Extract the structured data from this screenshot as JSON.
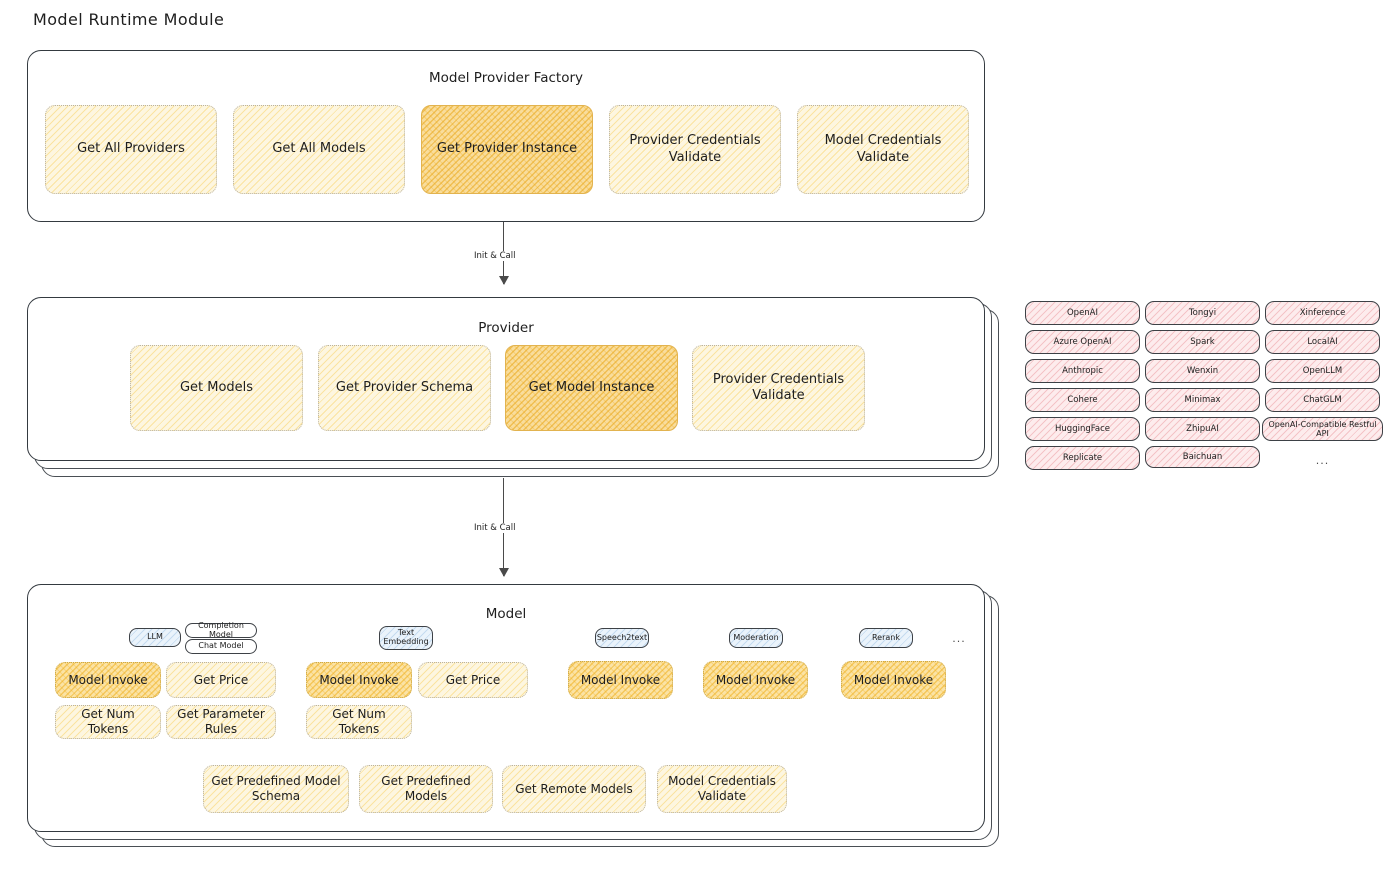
{
  "page": {
    "title": "Model Runtime Module"
  },
  "factory": {
    "title": "Model Provider Factory",
    "nodes": [
      {
        "label": "Get All Providers",
        "highlight": false
      },
      {
        "label": "Get All Models",
        "highlight": false
      },
      {
        "label": "Get Provider Instance",
        "highlight": true
      },
      {
        "label": "Provider Credentials Validate",
        "highlight": false
      },
      {
        "label": "Model Credentials Validate",
        "highlight": false
      }
    ]
  },
  "arrows": [
    {
      "label": "Init & Call"
    },
    {
      "label": "Init & Call"
    }
  ],
  "provider": {
    "title": "Provider",
    "nodes": [
      {
        "label": "Get Models",
        "highlight": false
      },
      {
        "label": "Get Provider Schema",
        "highlight": false
      },
      {
        "label": "Get Model Instance",
        "highlight": true
      },
      {
        "label": "Provider Credentials Validate",
        "highlight": false
      }
    ]
  },
  "provider_list": {
    "columns": [
      [
        "OpenAI",
        "Azure OpenAI",
        "Anthropic",
        "Cohere",
        "HuggingFace",
        "Replicate"
      ],
      [
        "Tongyi",
        "Spark",
        "Wenxin",
        "Minimax",
        "ZhipuAI",
        "Baichuan"
      ],
      [
        "Xinference",
        "LocalAI",
        "OpenLLM",
        "ChatGLM",
        "OpenAI-Compatible Restful API"
      ]
    ],
    "more": "..."
  },
  "model": {
    "title": "Model",
    "more": "...",
    "types": [
      {
        "name": "LLM",
        "subtypes": [
          "Completion Model",
          "Chat Model"
        ],
        "methods": [
          "Model Invoke",
          "Get Price",
          "Get Num Tokens",
          "Get Parameter Rules"
        ],
        "highlight_method": "Model Invoke"
      },
      {
        "name": "Text Embedding",
        "subtypes": [],
        "methods": [
          "Model Invoke",
          "Get Price",
          "Get Num Tokens"
        ],
        "highlight_method": "Model Invoke"
      },
      {
        "name": "Speech2text",
        "subtypes": [],
        "methods": [
          "Model Invoke"
        ],
        "highlight_method": "Model Invoke"
      },
      {
        "name": "Moderation",
        "subtypes": [],
        "methods": [
          "Model Invoke"
        ],
        "highlight_method": "Model Invoke"
      },
      {
        "name": "Rerank",
        "subtypes": [],
        "methods": [
          "Model Invoke"
        ],
        "highlight_method": "Model Invoke"
      }
    ],
    "common_methods": [
      "Get Predefined Model Schema",
      "Get Predefined Models",
      "Get Remote Models",
      "Model Credentials Validate"
    ]
  },
  "colors": {
    "node_fill": "#fdf6e0",
    "node_highlight_fill": "#f9dd9c",
    "provider_chip_fill": "#fdeced",
    "type_pill_fill": "#eaf3fb",
    "stroke": "#343a40",
    "text": "#1e1e1e"
  }
}
